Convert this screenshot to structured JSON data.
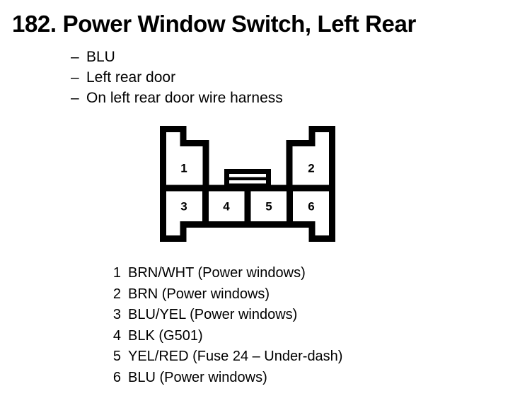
{
  "document": {
    "entry_number": "182.",
    "title": "Power Window Switch, Left Rear",
    "dash_items": [
      {
        "dash": "–",
        "text": "BLU"
      },
      {
        "dash": "–",
        "text": "Left rear door"
      },
      {
        "dash": "–",
        "text": "On left rear door wire harness"
      }
    ]
  },
  "connector": {
    "name": "6-way connector face view",
    "top_row": [
      {
        "pin": "1"
      },
      {
        "pin": "2"
      }
    ],
    "bottom_row": [
      {
        "pin": "3"
      },
      {
        "pin": "4"
      },
      {
        "pin": "5"
      },
      {
        "pin": "6"
      }
    ],
    "latch": "center latch tab",
    "line_color": "#000000",
    "fill_color": "#ffffff"
  },
  "pin_legend": [
    {
      "num": "1",
      "text": "BRN/WHT (Power windows)"
    },
    {
      "num": "2",
      "text": "BRN (Power windows)"
    },
    {
      "num": "3",
      "text": "BLU/YEL (Power windows)"
    },
    {
      "num": "4",
      "text": "BLK (G501)"
    },
    {
      "num": "5",
      "text": "YEL/RED (Fuse 24 – Under-dash)"
    },
    {
      "num": "6",
      "text": "BLU (Power windows)"
    }
  ]
}
